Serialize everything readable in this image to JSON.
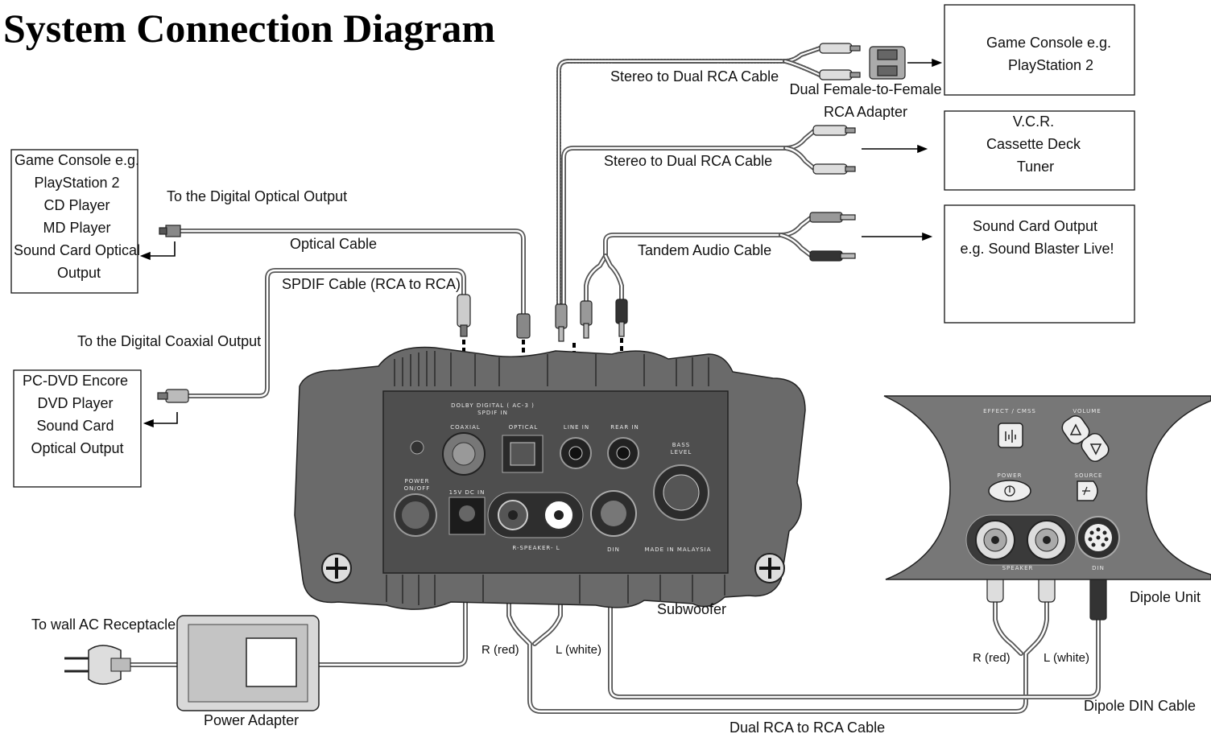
{
  "title": "System Connection Diagram",
  "sources": {
    "left_top": [
      "Game Console e.g.",
      "PlayStation 2",
      "CD Player",
      "MD Player",
      "Sound Card Optical",
      "Output"
    ],
    "left_bottom": [
      "PC-DVD Encore",
      "DVD Player",
      "Sound Card",
      "Optical Output"
    ],
    "right_1": [
      "Game Console e.g.",
      "PlayStation 2"
    ],
    "right_2": [
      "V.C.R.",
      "Cassette Deck",
      "Tuner"
    ],
    "right_3": [
      "Sound Card Output",
      "e.g. Sound Blaster Live!"
    ]
  },
  "cable_labels": {
    "stereo_dual_rca_1": "Stereo to Dual RCA Cable",
    "ff_adapter_1": "Dual Female-to-Female",
    "ff_adapter_2": "RCA Adapter",
    "stereo_dual_rca_2": "Stereo to Dual RCA Cable",
    "to_optical": "To the Digital Optical Output",
    "optical": "Optical Cable",
    "tandem": "Tandem Audio Cable",
    "spdif": "SPDIF Cable (RCA to RCA)",
    "to_coaxial": "To the Digital Coaxial Output",
    "to_wall": "To wall AC Receptacle",
    "power_adapter": "Power Adapter",
    "r_red": "R (red)",
    "l_white": "L (white)",
    "r_red_2": "R (red)",
    "l_white_2": "L (white)",
    "dual_rca": "Dual RCA to RCA Cable",
    "dipole_din": "Dipole DIN Cable"
  },
  "units": {
    "subwoofer": "Subwoofer",
    "dipole": "Dipole Unit"
  },
  "sub_panel": {
    "dolby": "DOLBY DIGITAL ( AC-3 )",
    "spdif_in": "SPDIF IN",
    "coaxial": "COAXIAL",
    "optical": "OPTICAL",
    "line_in": "LINE IN",
    "rear_in": "REAR IN",
    "bass_1": "BASS",
    "bass_2": "LEVEL",
    "power_1": "POWER",
    "power_2": "ON/OFF",
    "dc_in": "15V DC IN",
    "speaker": "R-SPEAKER- L",
    "din": "DIN",
    "made_in": "MADE IN MALAYSIA"
  },
  "dipole_panel": {
    "effect": "EFFECT / CMSS",
    "volume": "VOLUME",
    "power": "POWER",
    "source": "SOURCE",
    "speaker": "SPEAKER",
    "din": "DIN"
  }
}
